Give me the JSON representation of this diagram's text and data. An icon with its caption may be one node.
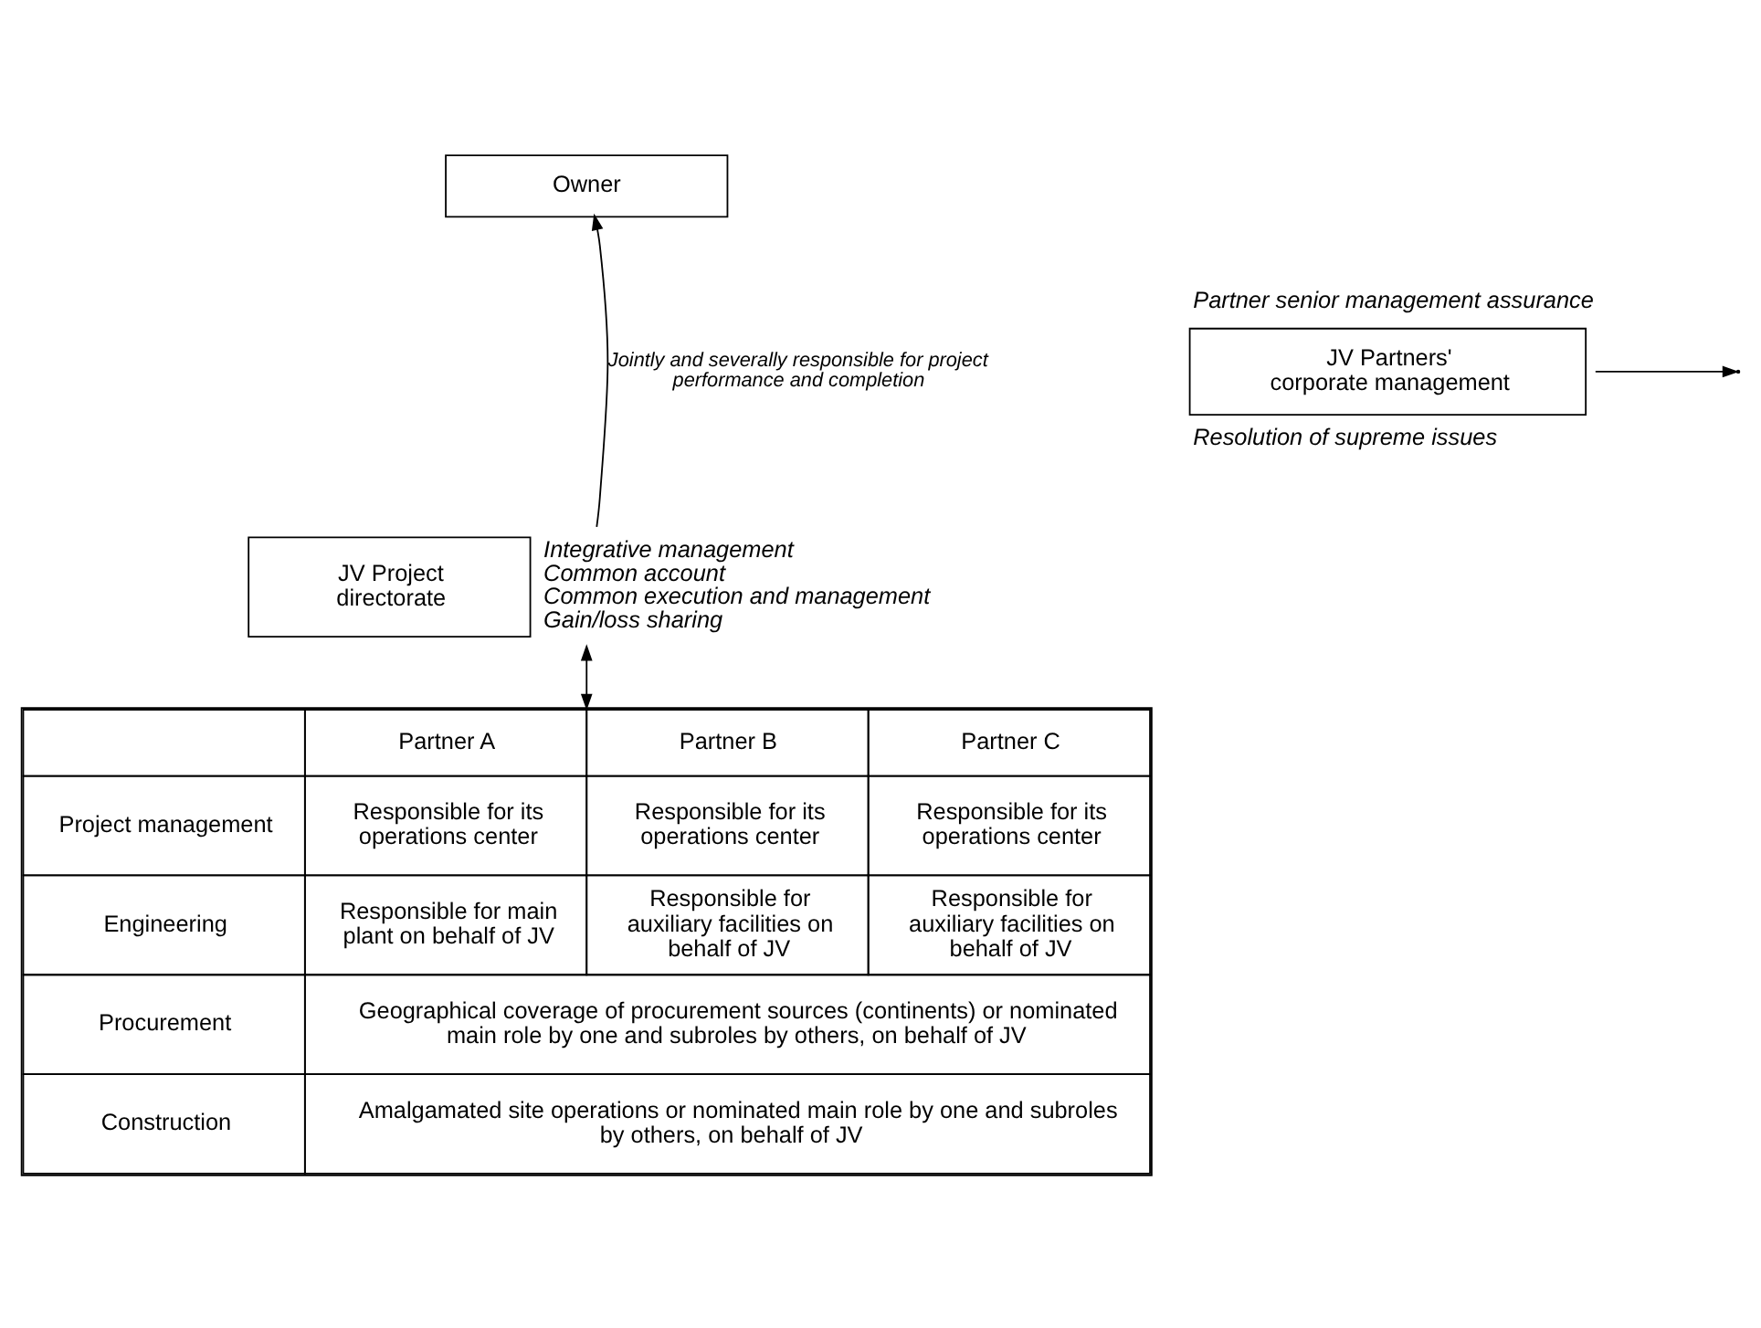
{
  "diagram": {
    "nodes": [
      {
        "text": [
          "Owner"
        ]
      },
      {
        "text": [
          "JV Partners' corporate management"
        ],
        "beside": [
          "Partner senior management assurance",
          "Resolution of supreme issues"
        ]
      },
      {
        "text": [
          "JV Project directorate"
        ],
        "beside": [
          "Integrative management",
          "Common account",
          "Common execution and management",
          "Gain/loss sharing"
        ]
      },
      {
        "text": [
          "Partner A",
          "Partner B",
          "Partner C",
          "Project management",
          "Responsible for its operations center",
          "Responsible for its operations center",
          "Responsible for its operations center",
          "Engineering",
          "Responsible for main plant on behalf of JV",
          "Responsible for auxiliary facilities on behalf of JV",
          "Responsible for auxiliary facilities on behalf of JV",
          "Procurement",
          "Geographical coverage of procurement sources (continents) or nominated main role by one and subroles by others, on behalf of JV",
          "Construction",
          "Amalgamated site operations or nominated main role by one and subroles by others, on behalf of JV"
        ]
      }
    ],
    "edges": [
      {
        "from": 2,
        "to": 0,
        "arrow": "to",
        "label": "Jointly and severally responsible for project performance and completion"
      },
      {
        "from": 1,
        "to": null,
        "arrow": "to"
      },
      {
        "from": 2,
        "to": 3,
        "arrow": "both"
      }
    ]
  }
}
